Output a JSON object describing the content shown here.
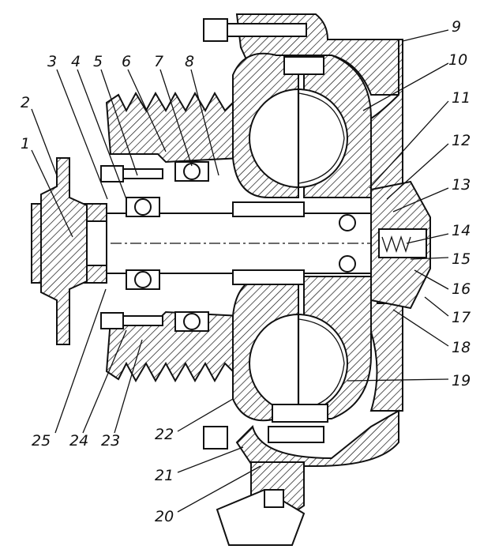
{
  "callouts": [
    {
      "id": 1,
      "text": "1"
    },
    {
      "id": 2,
      "text": "2"
    },
    {
      "id": 3,
      "text": "3"
    },
    {
      "id": 4,
      "text": "4"
    },
    {
      "id": 5,
      "text": "5"
    },
    {
      "id": 6,
      "text": "6"
    },
    {
      "id": 7,
      "text": "7"
    },
    {
      "id": 8,
      "text": "8"
    },
    {
      "id": 9,
      "text": "9"
    },
    {
      "id": 10,
      "text": "10"
    },
    {
      "id": 11,
      "text": "11"
    },
    {
      "id": 12,
      "text": "12"
    },
    {
      "id": 13,
      "text": "13"
    },
    {
      "id": 14,
      "text": "14"
    },
    {
      "id": 15,
      "text": "15"
    },
    {
      "id": 16,
      "text": "16"
    },
    {
      "id": 17,
      "text": "17"
    },
    {
      "id": 18,
      "text": "18"
    },
    {
      "id": 19,
      "text": "19"
    },
    {
      "id": 20,
      "text": "20"
    },
    {
      "id": 21,
      "text": "21"
    },
    {
      "id": 22,
      "text": "22"
    },
    {
      "id": 23,
      "text": "23"
    },
    {
      "id": 24,
      "text": "24"
    },
    {
      "id": 25,
      "text": "25"
    }
  ],
  "colors": {
    "ink": "#111111",
    "paper": "#ffffff"
  }
}
